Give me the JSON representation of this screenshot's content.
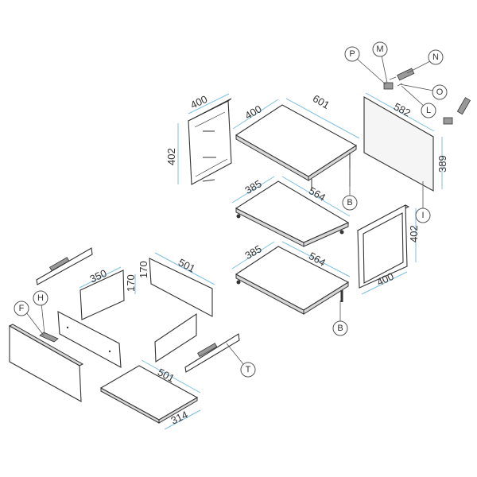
{
  "dimensions": {
    "side_left_width": "400",
    "side_left_height": "402",
    "top_depth": "400",
    "top_width": "601",
    "shelf1_depth": "385",
    "shelf1_width": "564",
    "shelf2_depth": "385",
    "shelf2_width": "564",
    "back_width": "582",
    "back_height": "389",
    "side_right_height": "402",
    "side_right_width": "400",
    "drawer_back_width": "350",
    "drawer_back_height": "170",
    "drawer_side_height": "170",
    "drawer_side_width": "501",
    "drawer_bottom_width": "501",
    "drawer_bottom_depth": "314"
  },
  "callouts": {
    "p": "P",
    "m": "M",
    "n": "N",
    "o": "O",
    "l": "L",
    "b1": "B",
    "b2": "B",
    "i": "I",
    "f": "F",
    "h": "H",
    "t": "T"
  },
  "colors": {
    "dimension": "#7fbfe3"
  }
}
